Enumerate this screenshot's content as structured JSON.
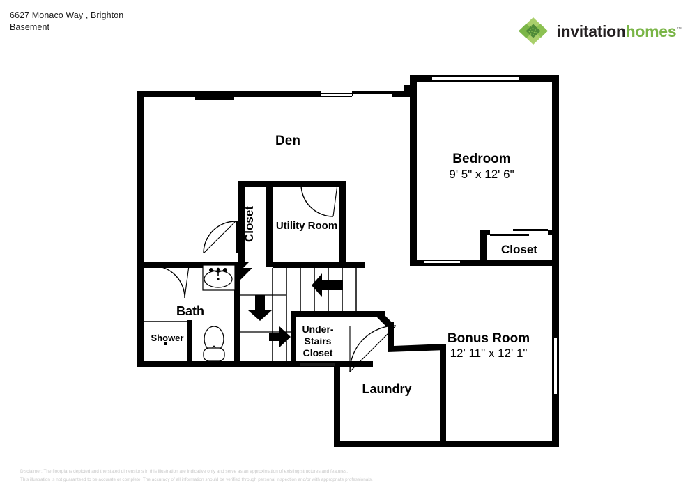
{
  "header": {
    "address": "6627 Monaco Way , Brighton",
    "floor": "Basement"
  },
  "logo": {
    "mark_name": "invitation-homes-diamond-logo",
    "word_one": "invitation",
    "word_two": "homes",
    "trademark": "™",
    "color_green": "#7ab547",
    "color_dark_green": "#4f8a38",
    "color_light_green": "#a9cf6b",
    "color_text_dark": "#231f20"
  },
  "floorplan": {
    "title": "Basement floor plan",
    "wall_color": "#000000",
    "fill_color": "#ffffff",
    "rooms": [
      {
        "id": "den",
        "label": "Den",
        "dimensions": ""
      },
      {
        "id": "bedroom",
        "label": "Bedroom",
        "dimensions": "9' 5\" x 12' 6\""
      },
      {
        "id": "bedroom-closet",
        "label": "Closet",
        "dimensions": ""
      },
      {
        "id": "closet",
        "label": "Closet",
        "dimensions": ""
      },
      {
        "id": "utility-room",
        "label": "Utility Room",
        "dimensions": ""
      },
      {
        "id": "bath",
        "label": "Bath",
        "dimensions": ""
      },
      {
        "id": "shower",
        "label": "Shower",
        "dimensions": ""
      },
      {
        "id": "under-stairs-closet",
        "label_line1": "Under-",
        "label_line2": "Stairs",
        "label_line3": "Closet"
      },
      {
        "id": "laundry",
        "label": "Laundry",
        "dimensions": ""
      },
      {
        "id": "bonus-room",
        "label": "Bonus Room",
        "dimensions": "12' 11\" x 12' 1\""
      }
    ],
    "labels": {
      "den": "Den",
      "bedroom": "Bedroom",
      "bedroom_dimensions": "9' 5\" x 12' 6\"",
      "bedroom_closet": "Closet",
      "closet": "Closet",
      "utility_room": "Utility Room",
      "bath": "Bath",
      "shower": "Shower",
      "under_stairs_1": "Under-",
      "under_stairs_2": "Stairs",
      "under_stairs_3": "Closet",
      "laundry": "Laundry",
      "bonus_room": "Bonus Room",
      "bonus_room_dimensions": "12' 11\" x 12' 1\""
    },
    "features": {
      "stair_count": 8,
      "arrows": [
        "left",
        "down",
        "right"
      ],
      "doors": [
        "den-closet-swing",
        "utility-room-swing",
        "bath-swing",
        "bedroom-swing",
        "bonus-room-swing"
      ],
      "windows": [
        "den-top-window",
        "bedroom-top-window",
        "bonus-room-right-window"
      ],
      "fixtures": [
        "sink",
        "toilet",
        "shower-pan"
      ]
    }
  },
  "disclaimer": {
    "line1": "Disclaimer: The floorplans depicted and the stated dimensions in this illustration are indicative only and serve as an approximation of existing structures and features.",
    "line2": "This illustration is not guaranteed to be accurate or complete. The accuracy of all information should be verified through personal inspection and/or with appropriate professionals."
  }
}
